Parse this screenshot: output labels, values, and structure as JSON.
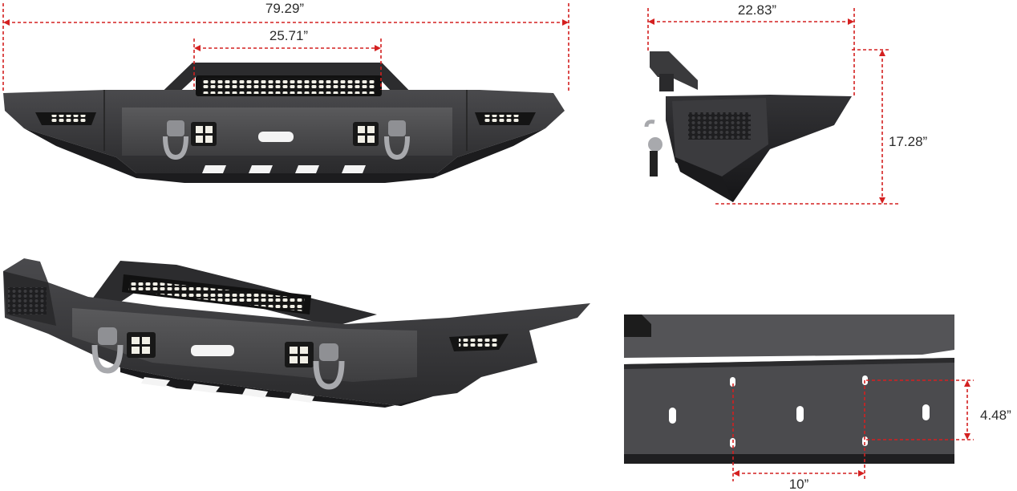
{
  "dimensions": {
    "overall_width": "79.29”",
    "light_bar_width": "25.71”",
    "side_depth": "22.83”",
    "side_height": "17.28”",
    "bracket_hole_spacing": "10”",
    "bracket_hole_height": "4.48”"
  },
  "colors": {
    "dimension_line": "#d42020",
    "bumper_body": "#2e2e30",
    "bumper_edge": "#1a1a1c"
  }
}
